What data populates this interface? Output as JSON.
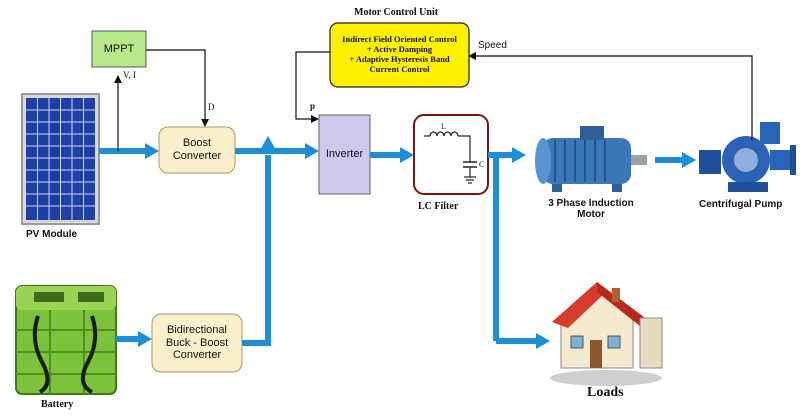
{
  "title": "Motor Control Unit",
  "control_unit": {
    "lines": [
      "Indirect Field Oriented Control",
      "+ Active Damping",
      "+ Adaptive Hysteresis Band",
      "Current Control"
    ]
  },
  "blocks": {
    "mppt": "MPPT",
    "boost_line1": "Boost",
    "boost_line2": "Converter",
    "inverter": "Inverter",
    "bidir_line1": "Bidirectional",
    "bidir_line2": "Buck - Boost",
    "bidir_line3": "Converter"
  },
  "components": {
    "pv_module": "PV Module",
    "battery": "Battery",
    "lc_filter": "LC Filter",
    "motor_line1": "3 Phase Induction",
    "motor_line2": "Motor",
    "pump": "Centrifugal Pump",
    "loads": "Loads"
  },
  "signals": {
    "vi": "V, I",
    "d": "D",
    "p": "p",
    "speed": "Speed",
    "inductor": "L",
    "capacitor": "C"
  },
  "colors": {
    "power_arrow": "#1e8fd6",
    "mppt_fill": "#b7e889",
    "converter_fill": "#fbf0cc",
    "inverter_fill": "#cdc9ea",
    "control_fill": "#fff200",
    "filter_border": "#7a1515"
  }
}
